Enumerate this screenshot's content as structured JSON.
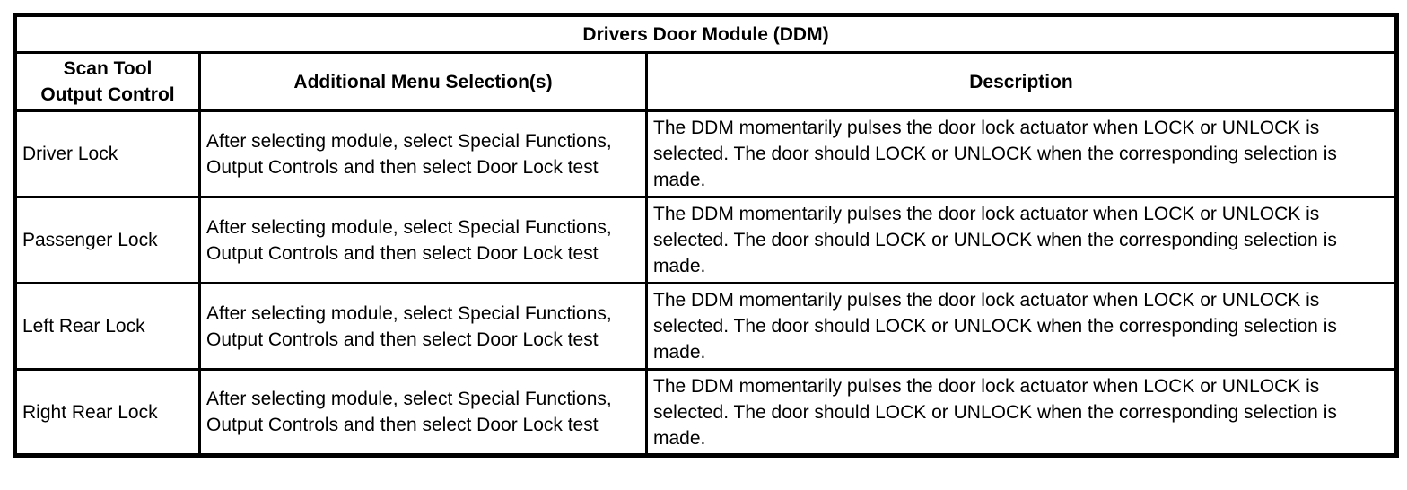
{
  "table": {
    "title": "Drivers Door Module (DDM)",
    "colors": {
      "border": "#000000",
      "text": "#000000",
      "background": "#ffffff"
    },
    "columns": [
      {
        "label": "Scan Tool\nOutput Control"
      },
      {
        "label": "Additional Menu Selection(s)"
      },
      {
        "label": "Description"
      }
    ],
    "rows": [
      {
        "output_control": "Driver Lock",
        "menu_selection": "After selecting module, select Special Functions, Output Controls and then select Door Lock test",
        "description": "The DDM momentarily pulses the door lock actuator when LOCK or UNLOCK is selected. The door should LOCK or UNLOCK when the corresponding selection is made."
      },
      {
        "output_control": "Passenger Lock",
        "menu_selection": "After selecting module, select Special Functions, Output Controls and then select Door Lock test",
        "description": "The DDM momentarily pulses the door lock actuator when LOCK or UNLOCK is selected. The door should LOCK or UNLOCK when the corresponding selection is made."
      },
      {
        "output_control": "Left Rear Lock",
        "menu_selection": "After selecting module, select Special Functions, Output Controls and then select Door Lock test",
        "description": "The DDM momentarily pulses the door lock actuator when LOCK or UNLOCK is selected. The door should LOCK or UNLOCK when the corresponding selection is made."
      },
      {
        "output_control": "Right Rear Lock",
        "menu_selection": "After selecting module, select Special Functions, Output Controls and then select Door Lock test",
        "description": "The DDM momentarily pulses the door lock actuator when LOCK or UNLOCK is selected. The door should LOCK or UNLOCK when the corresponding selection is made."
      }
    ]
  }
}
